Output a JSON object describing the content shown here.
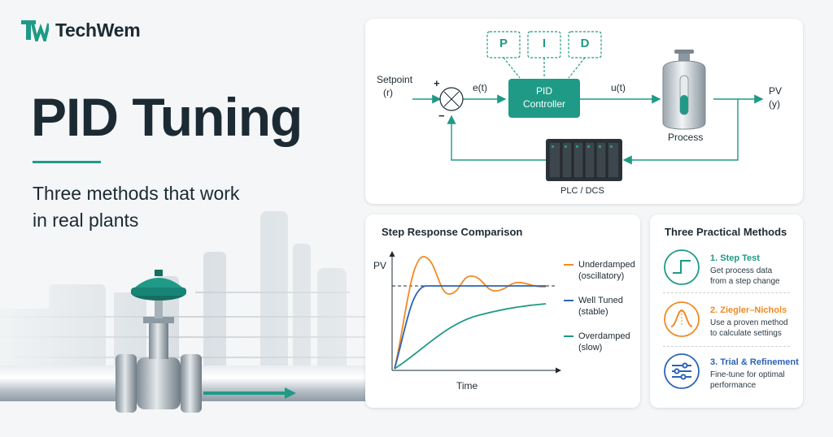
{
  "brand": {
    "name": "TechWem",
    "mark": "TW"
  },
  "hero": {
    "title": "PID Tuning",
    "subtitle": "Three methods that work in real plants"
  },
  "diagram": {
    "boxes": [
      "P",
      "I",
      "D"
    ],
    "setpoint": "Setpoint",
    "setpoint_sym": "(r)",
    "plus": "+",
    "minus": "−",
    "error": "e(t)",
    "controller_line1": "PID",
    "controller_line2": "Controller",
    "output": "u(t)",
    "process": "Process",
    "pv": "PV",
    "pv_sym": "(y)",
    "plc": "PLC / DCS"
  },
  "step_response": {
    "title": "Step Response Comparison",
    "ylabel": "PV",
    "xlabel": "Time",
    "legend": [
      {
        "name": "Underdamped",
        "note": "(oscillatory)",
        "color": "#f08a24"
      },
      {
        "name": "Well Tuned",
        "note": "(stable)",
        "color": "#2b63b6"
      },
      {
        "name": "Overdamped",
        "note": "(slow)",
        "color": "#1f9a86"
      }
    ]
  },
  "methods": {
    "title": "Three Practical Methods",
    "items": [
      {
        "title": "1. Step Test",
        "line1": "Get process data",
        "line2": "from a step change",
        "color": "#1f9a86",
        "icon": "step-icon"
      },
      {
        "title": "2. Ziegler–Nichols",
        "line1": "Use a proven method",
        "line2": "to calculate settings",
        "color": "#f08a24",
        "icon": "bell-curve-icon"
      },
      {
        "title": "3. Trial & Refinement",
        "line1": "Fine-tune for optimal",
        "line2": "performance",
        "color": "#2b63b6",
        "icon": "sliders-icon"
      }
    ]
  },
  "colors": {
    "teal": "#1f9a86",
    "orange": "#f08a24",
    "blue": "#2b63b6",
    "dark": "#1c2a33"
  }
}
